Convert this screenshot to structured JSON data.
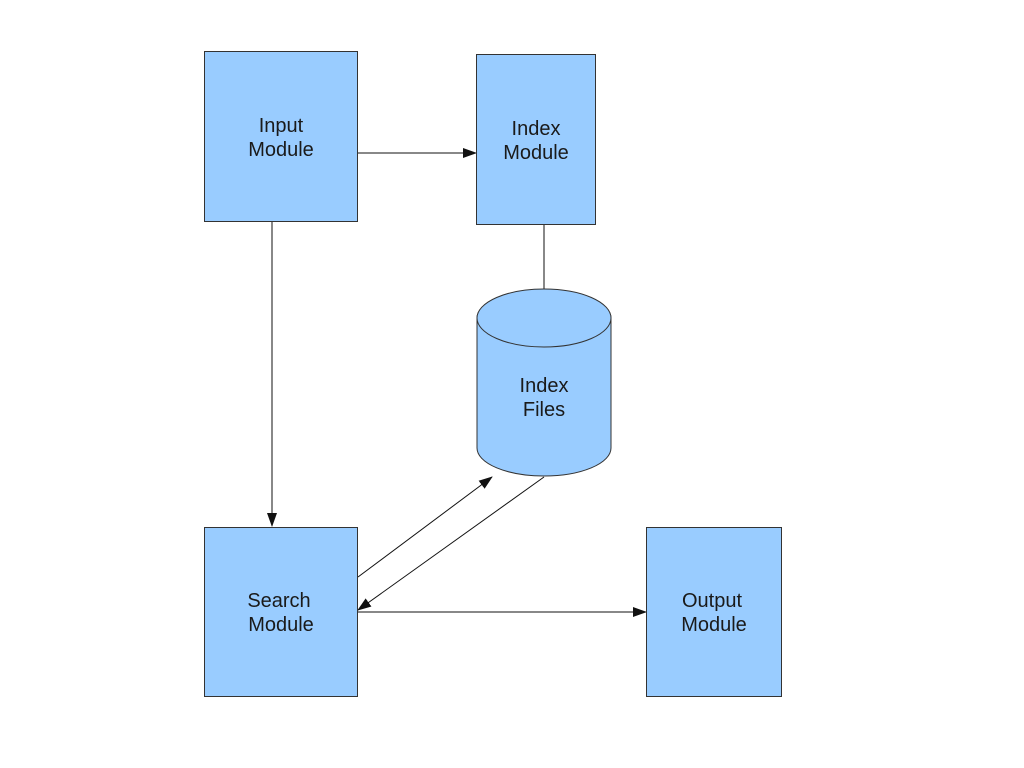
{
  "colors": {
    "node_fill": "#99ccff",
    "node_stroke": "#333333",
    "edge": "#111111",
    "background": "#ffffff"
  },
  "nodes": {
    "input_module": {
      "line1": "Input",
      "line2": "Module",
      "shape": "rectangle"
    },
    "index_module": {
      "line1": "Index",
      "line2": "Module",
      "shape": "rectangle"
    },
    "index_files": {
      "line1": "Index",
      "line2": "Files",
      "shape": "cylinder"
    },
    "search_module": {
      "line1": "Search",
      "line2": "Module",
      "shape": "rectangle"
    },
    "output_module": {
      "line1": "Output",
      "line2": "Module",
      "shape": "rectangle"
    }
  },
  "edges": [
    {
      "from": "input_module",
      "to": "index_module"
    },
    {
      "from": "index_module",
      "to": "index_files"
    },
    {
      "from": "input_module",
      "to": "search_module"
    },
    {
      "from": "search_module",
      "to": "index_files"
    },
    {
      "from": "index_files",
      "to": "search_module"
    },
    {
      "from": "search_module",
      "to": "output_module"
    }
  ]
}
